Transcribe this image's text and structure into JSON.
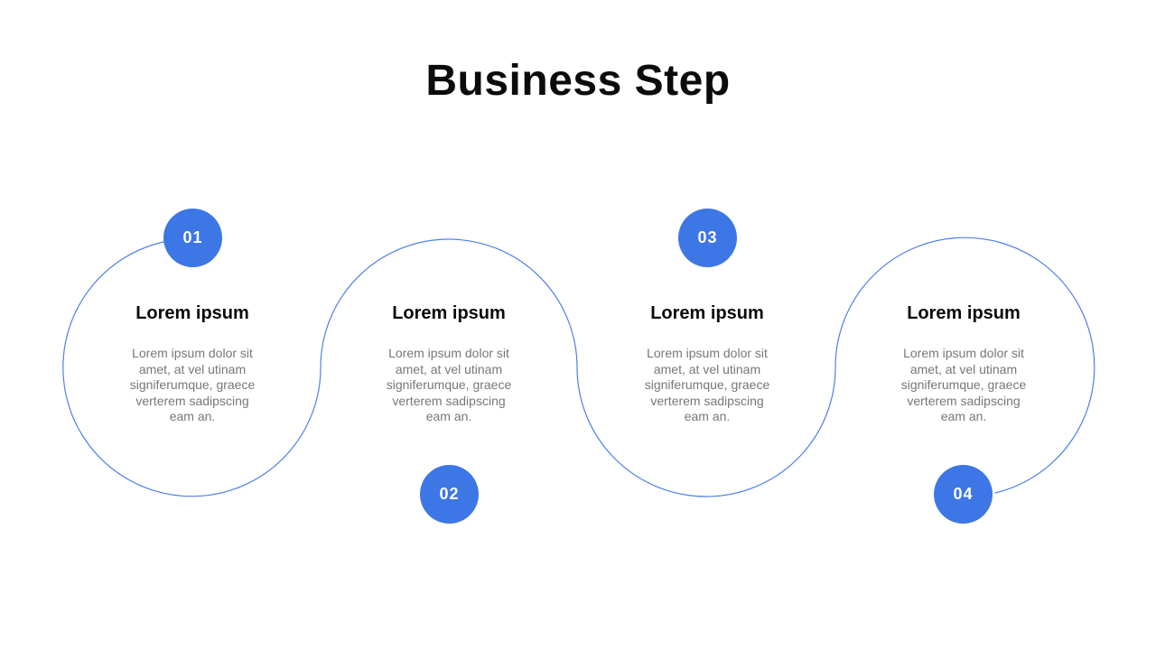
{
  "title": "Business Step",
  "steps": [
    {
      "number": "01",
      "badge_position": "top",
      "heading": "Lorem ipsum",
      "body": "Lorem ipsum dolor sit\namet, at vel utinam\nsigniferumque, graece\nverterem sadipscing\neam an."
    },
    {
      "number": "02",
      "badge_position": "bottom",
      "heading": "Lorem ipsum",
      "body": "Lorem ipsum dolor sit\namet, at vel utinam\nsigniferumque, graece\nverterem sadipscing\neam an."
    },
    {
      "number": "03",
      "badge_position": "top",
      "heading": "Lorem ipsum",
      "body": "Lorem ipsum dolor sit\namet, at vel utinam\nsigniferumque, graece\nverterem sadipscing\neam an."
    },
    {
      "number": "04",
      "badge_position": "bottom",
      "heading": "Lorem ipsum",
      "body": "Lorem ipsum dolor sit\namet, at vel utinam\nsigniferumque, graece\nverterem sadipscing\neam an."
    }
  ],
  "colors": {
    "accent": "#3d76e5",
    "line": "#4d80ea",
    "heading": "#0b0b0b",
    "body_text": "#777777",
    "badge_text": "#ffffff",
    "background": "#ffffff"
  }
}
